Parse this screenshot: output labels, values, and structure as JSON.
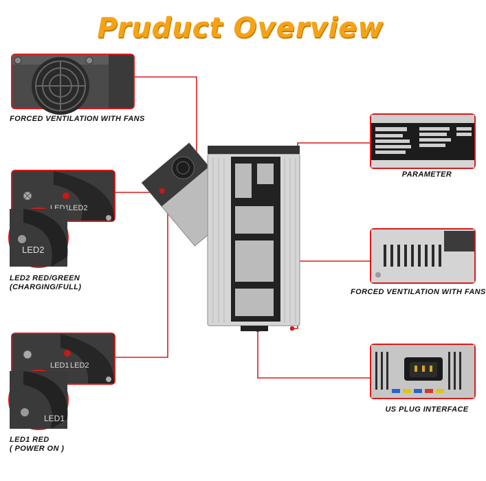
{
  "title": "Pruduct Overview",
  "labels": {
    "fans_left": "FORCED VENTILATION WITH FANS",
    "led2_line1": "LED2 RED/GREEN",
    "led2_line2": "(CHARGING/FULL)",
    "led1_line1": "LED1 RED",
    "led1_line2": "( POWER ON )",
    "parameter": "PARAMETER",
    "fans_right": "FORCED VENTILATION WITH FANS",
    "plug": "US PLUG INTERFACE"
  },
  "panel_text": {
    "led1": "LED1",
    "led2": "LED2",
    "led2_zoom": "LED2",
    "led1_zoom": "LED1"
  },
  "colors": {
    "title": "#f5a314",
    "callout": "#d81b1b",
    "led_red": "#c81818"
  }
}
